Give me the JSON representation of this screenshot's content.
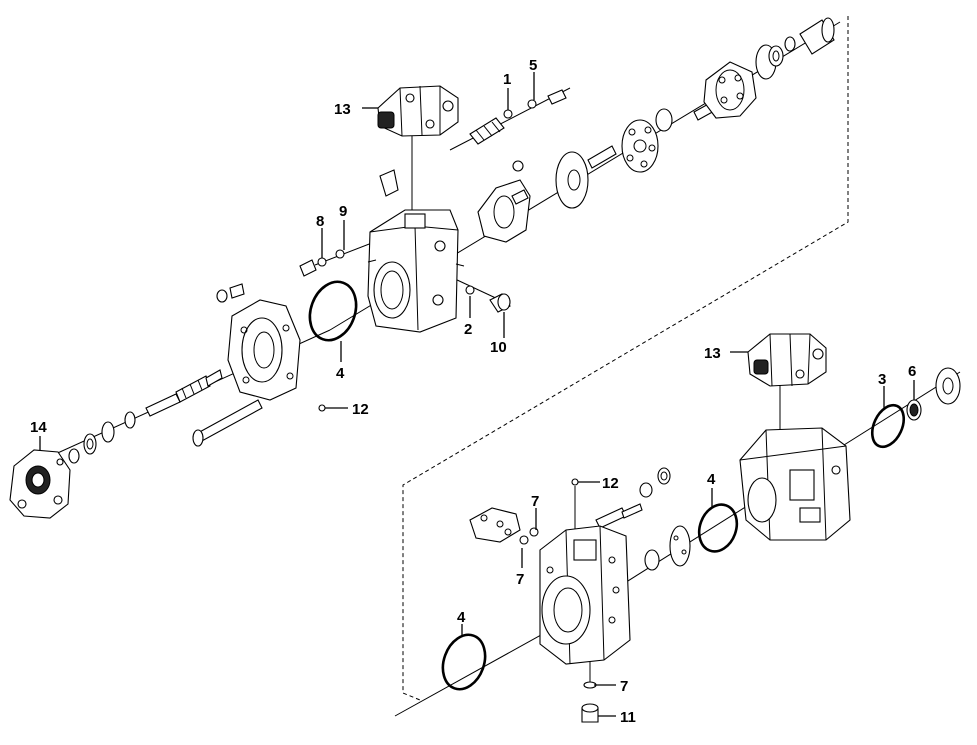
{
  "labels": {
    "c1": "1",
    "c2": "2",
    "c3": "3",
    "c4a": "4",
    "c4b": "4",
    "c4c": "4",
    "c5": "5",
    "c6": "6",
    "c7a": "7",
    "c7b": "7",
    "c7c": "7",
    "c8": "8",
    "c9": "9",
    "c10": "10",
    "c11": "11",
    "c12a": "12",
    "c12b": "12",
    "c13a": "13",
    "c13b": "13",
    "c14": "14"
  }
}
